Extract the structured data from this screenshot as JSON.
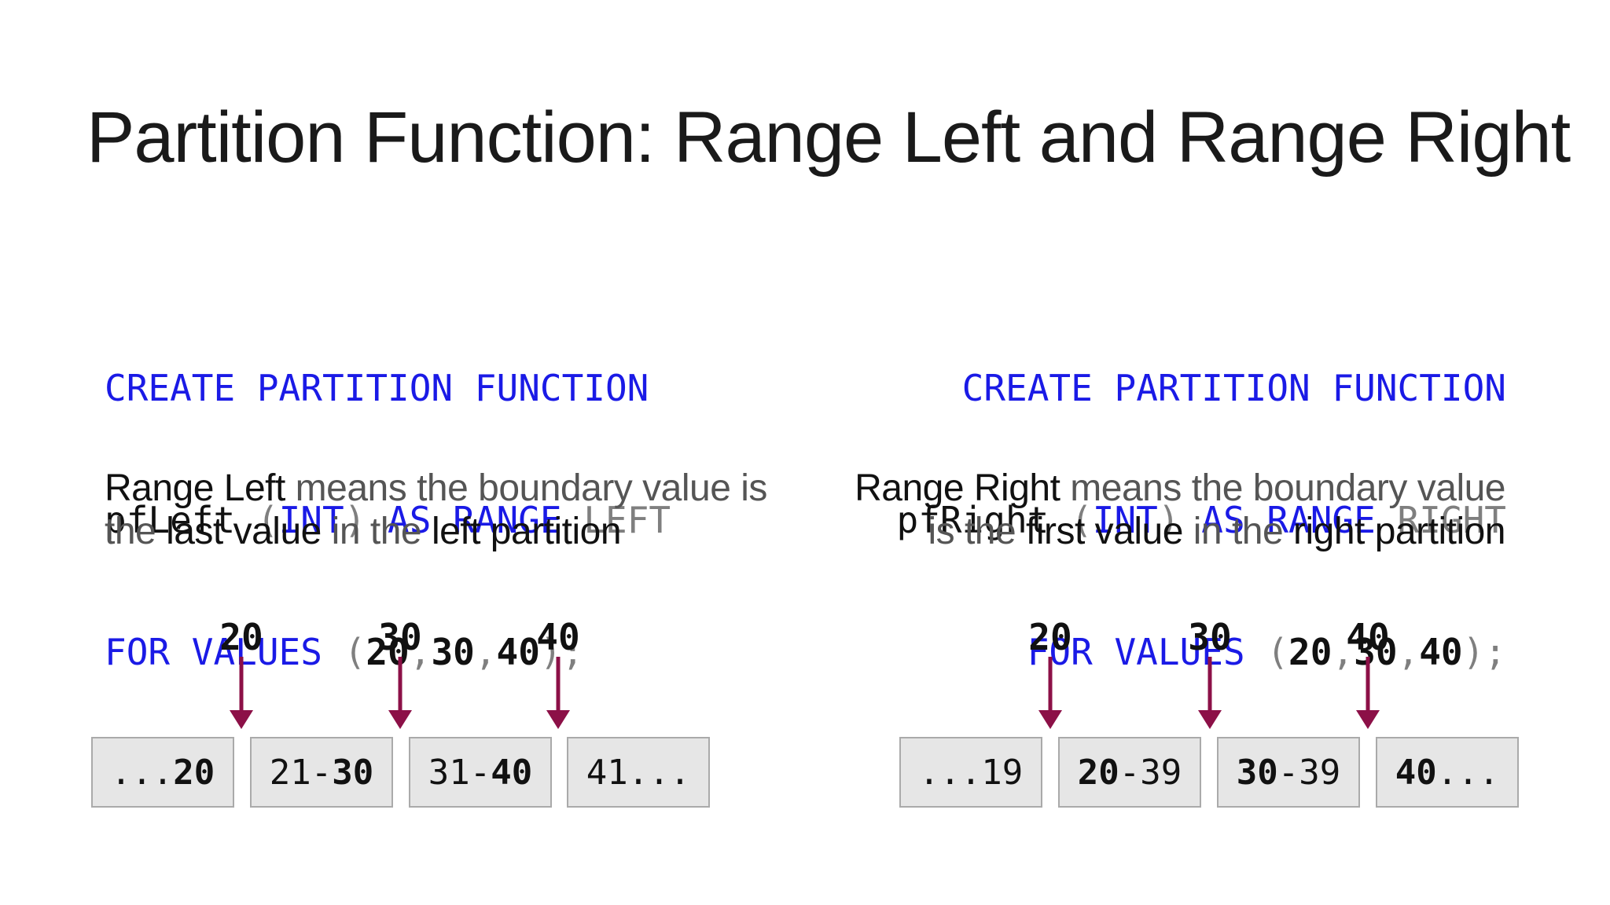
{
  "title": "Partition Function: Range Left and Range Right",
  "colors": {
    "keyword": "#1a1ae6",
    "arrow": "#8c1047",
    "box_fill": "#e6e6e6",
    "box_border": "#aaaaaa",
    "muted": "#7f7f7f"
  },
  "left": {
    "code": {
      "l1": {
        "kw": "CREATE PARTITION FUNCTION"
      },
      "l2": {
        "name": "pfLeft",
        "p1": " (",
        "int": "INT",
        "p2": ") ",
        "as_range": "AS RANGE",
        "sp": " ",
        "dir": "LEFT"
      },
      "l3": {
        "kw": "FOR VALUES",
        "p1": " (",
        "v1": "20",
        "c1": ",",
        "v2": "30",
        "c2": ",",
        "v3": "40",
        "p2": ");"
      }
    },
    "desc": {
      "t1": "Range Left",
      "t2": " means the boundary value is",
      "t3": "the ",
      "t4": "last value",
      "t5": " in the ",
      "t6": "left partition"
    },
    "boundaries": [
      "20",
      "30",
      "40"
    ],
    "partitions": [
      {
        "pre": "...",
        "bold": "20",
        "post": ""
      },
      {
        "pre": "21-",
        "bold": "30",
        "post": ""
      },
      {
        "pre": "31-",
        "bold": "40",
        "post": ""
      },
      {
        "pre": "41...",
        "bold": "",
        "post": ""
      }
    ]
  },
  "right": {
    "code": {
      "l1": {
        "kw": "CREATE PARTITION FUNCTION"
      },
      "l2": {
        "name": "pfRight",
        "p1": " (",
        "int": "INT",
        "p2": ") ",
        "as_range": "AS RANGE",
        "sp": " ",
        "dir": "RIGHT"
      },
      "l3": {
        "kw": "FOR VALUES",
        "p1": " (",
        "v1": "20",
        "c1": ",",
        "v2": "30",
        "c2": ",",
        "v3": "40",
        "p2": ");"
      }
    },
    "desc": {
      "t1": "Range Right",
      "t2": " means the boundary value",
      "t3": "is the ",
      "t4": "first value",
      "t5": " in the ",
      "t6": "right partition"
    },
    "boundaries": [
      "20",
      "30",
      "40"
    ],
    "partitions": [
      {
        "pre": "...19",
        "bold": "",
        "post": ""
      },
      {
        "pre": "",
        "bold": "20",
        "post": "-39"
      },
      {
        "pre": "",
        "bold": "30",
        "post": "-39"
      },
      {
        "pre": "",
        "bold": "40",
        "post": "..."
      }
    ]
  }
}
